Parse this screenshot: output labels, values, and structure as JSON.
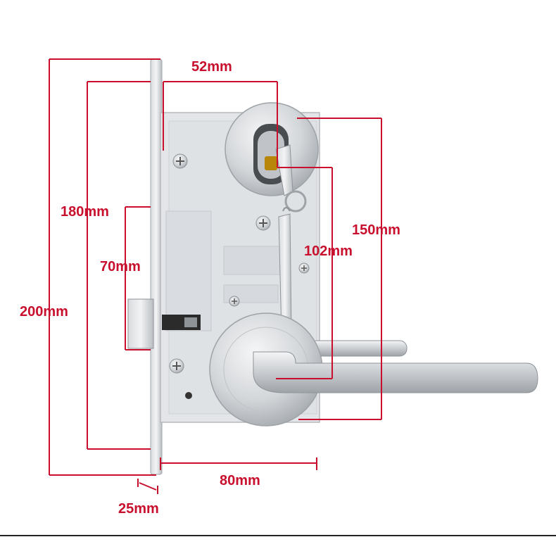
{
  "colors": {
    "dimension_line": "#c8102e",
    "steel_light": "#e6e8ea",
    "steel_mid": "#c9ccd0",
    "steel_dark": "#8e9398",
    "brass": "#b8860b"
  },
  "dimensions": {
    "width_52": "52mm",
    "height_180": "180mm",
    "height_150": "150mm",
    "height_102": "102mm",
    "height_70": "70mm",
    "height_200": "200mm",
    "width_80": "80mm",
    "thickness_25": "25mm"
  }
}
